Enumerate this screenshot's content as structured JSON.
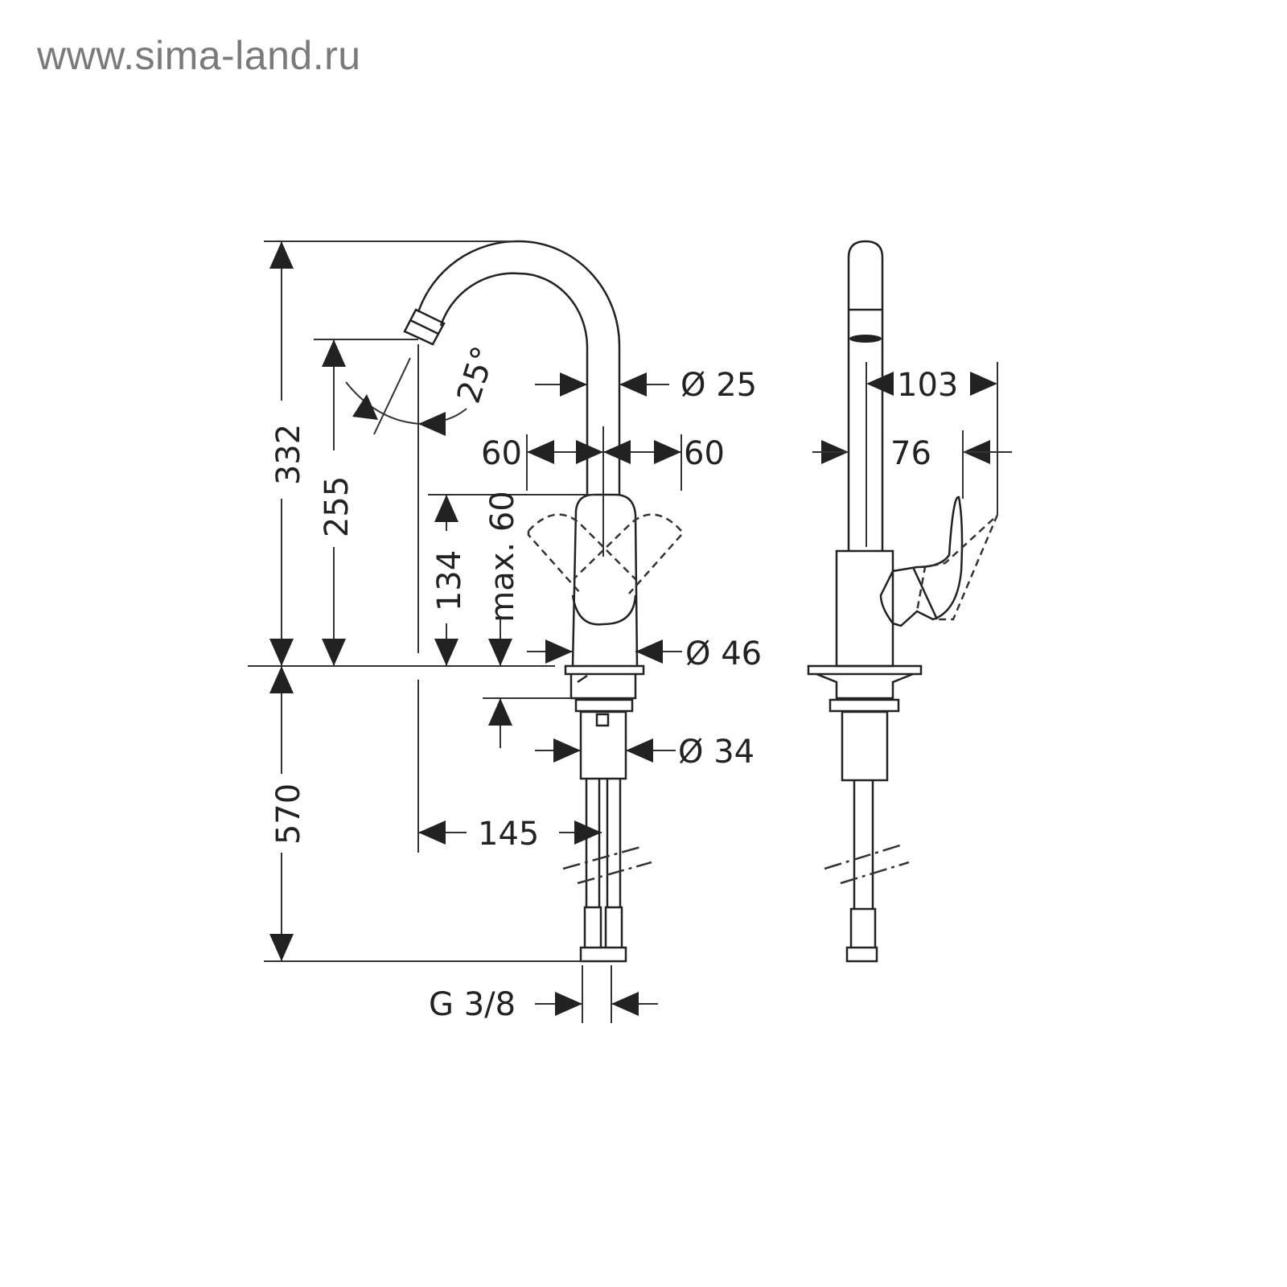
{
  "watermark": "www.sima-land.ru",
  "dimensions": {
    "total_height": "332",
    "spout_height": "255",
    "lever_height": "134",
    "lever_travel": "max. 60",
    "swivel_angle": "25°",
    "spout_diameter": "Ø 25",
    "lever_swing_left": "60",
    "lever_swing_right": "60",
    "body_diameter": "Ø 46",
    "shank_diameter": "Ø 34",
    "hose_length": "570",
    "reach": "145",
    "connection": "G 3/8",
    "side_depth": "103",
    "side_offset": "76"
  }
}
